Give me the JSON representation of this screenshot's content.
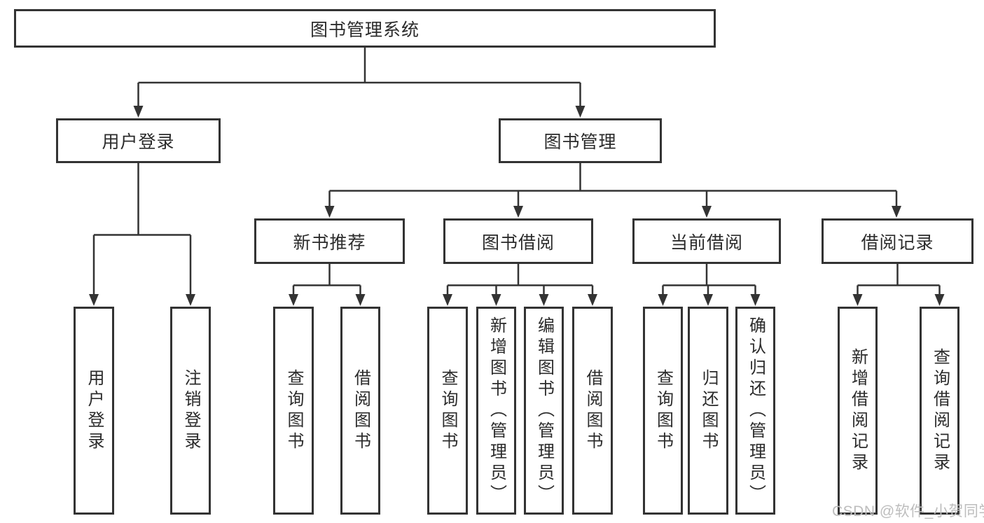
{
  "diagram": {
    "type": "hierarchy-tree",
    "colors": {
      "line": "#333333",
      "text": "#2b2b2b",
      "background": "#ffffff",
      "watermark_gray": "#bdbdbd"
    },
    "tree": {
      "root": {
        "label": "图书管理系统"
      },
      "branches": [
        {
          "label": "用户登录",
          "children": [
            {
              "label": "用户登录"
            },
            {
              "label": "注销登录"
            }
          ]
        },
        {
          "label": "图书管理",
          "children": [
            {
              "label": "新书推荐",
              "children": [
                {
                  "label": "查询图书"
                },
                {
                  "label": "借阅图书"
                }
              ]
            },
            {
              "label": "图书借阅",
              "children": [
                {
                  "label": "查询图书"
                },
                {
                  "label": "新增图书（管理员）"
                },
                {
                  "label": "编辑图书（管理员）"
                },
                {
                  "label": "借阅图书"
                }
              ]
            },
            {
              "label": "当前借阅",
              "children": [
                {
                  "label": "查询图书"
                },
                {
                  "label": "归还图书"
                },
                {
                  "label": "确认归还（管理员）"
                }
              ]
            },
            {
              "label": "借阅记录",
              "children": [
                {
                  "label": "新增借阅记录"
                },
                {
                  "label": "查询借阅记录"
                }
              ]
            }
          ]
        }
      ]
    },
    "watermark": {
      "text": "CSDN @软件_小贺同学"
    }
  }
}
